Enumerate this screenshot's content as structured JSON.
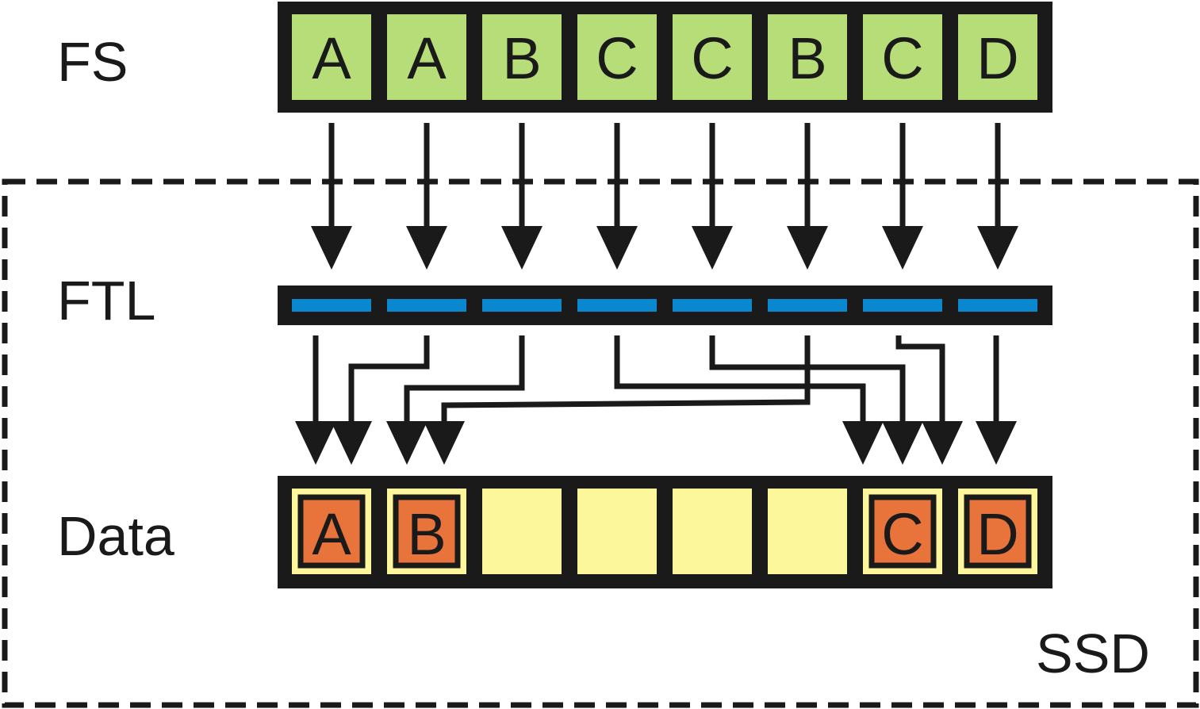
{
  "labels": {
    "fs": "FS",
    "ftl": "FTL",
    "data": "Data",
    "ssd": "SSD"
  },
  "fs_blocks": [
    "A",
    "A",
    "B",
    "C",
    "C",
    "B",
    "C",
    "D"
  ],
  "ftl_entries": 8,
  "data_blocks": [
    {
      "letter": "A",
      "filled": true
    },
    {
      "letter": "B",
      "filled": true
    },
    {
      "letter": "",
      "filled": false
    },
    {
      "letter": "",
      "filled": false
    },
    {
      "letter": "",
      "filled": false
    },
    {
      "letter": "",
      "filled": false
    },
    {
      "letter": "C",
      "filled": true
    },
    {
      "letter": "D",
      "filled": true
    }
  ],
  "mapping_note": "FS block i maps through FTL entry i to the data block holding the same letter",
  "colors": {
    "fs_cell": "#b7dd79",
    "ftl_entry": "#0a87d1",
    "data_cell": "#fdf79c",
    "data_filled": "#e8743b",
    "frame": "#1a1a1a",
    "ssd_border": "#1a1a1a"
  }
}
